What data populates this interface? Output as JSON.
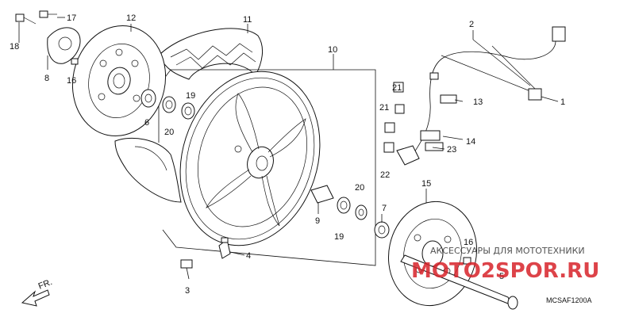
{
  "diagram": {
    "code": "MCSAF1200A",
    "direction_label": "FR.",
    "watermark": {
      "text": "АКСЕССУАРЫ ДЛЯ МОТОТЕХНИКИ",
      "logo_text": "MOTO2SPOR.RU"
    },
    "callouts": [
      {
        "id": "1",
        "label": "1"
      },
      {
        "id": "2",
        "label": "2"
      },
      {
        "id": "3",
        "label": "3"
      },
      {
        "id": "4",
        "label": "4"
      },
      {
        "id": "5",
        "label": "5"
      },
      {
        "id": "6",
        "label": "6"
      },
      {
        "id": "7",
        "label": "7"
      },
      {
        "id": "8",
        "label": "8"
      },
      {
        "id": "9",
        "label": "9"
      },
      {
        "id": "10",
        "label": "10"
      },
      {
        "id": "11",
        "label": "11"
      },
      {
        "id": "12",
        "label": "12"
      },
      {
        "id": "13",
        "label": "13"
      },
      {
        "id": "14",
        "label": "14"
      },
      {
        "id": "15",
        "label": "15"
      },
      {
        "id": "16a",
        "label": "16"
      },
      {
        "id": "16b",
        "label": "16"
      },
      {
        "id": "17",
        "label": "17"
      },
      {
        "id": "18",
        "label": "18"
      },
      {
        "id": "19a",
        "label": "19"
      },
      {
        "id": "19b",
        "label": "19"
      },
      {
        "id": "20a",
        "label": "20"
      },
      {
        "id": "20b",
        "label": "20"
      },
      {
        "id": "21a",
        "label": "21"
      },
      {
        "id": "21b",
        "label": "21"
      },
      {
        "id": "22",
        "label": "22"
      },
      {
        "id": "23",
        "label": "23"
      }
    ]
  }
}
